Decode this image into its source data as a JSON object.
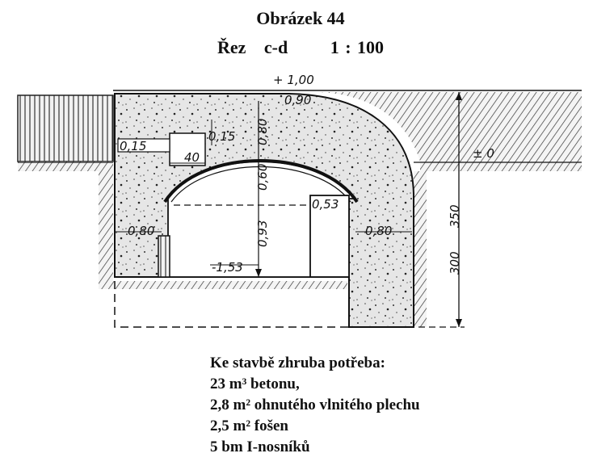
{
  "title": "Obrázek 44",
  "section": {
    "label": "Řez",
    "name": "c-d",
    "scale": "1 : 100"
  },
  "dimensions": {
    "top_level": "+ 1,00",
    "crown": "0,90",
    "wall_top": "0,15",
    "cover": "0,15",
    "shelf": "40",
    "arch_thick": "0,80",
    "rise": "0,60",
    "height": "0,93",
    "right_post": "0,53",
    "left_wall": "0,80",
    "right_wall": "0,80",
    "floor": "-1,53",
    "ground": "± 0",
    "depth_a": "300",
    "depth_b": "350"
  },
  "notes": {
    "heading": "Ke stavbě zhruba potřeba:",
    "lines": [
      "23 m³ betonu,",
      "2,8 m² ohnutého vlnitého plechu",
      "2,5 m² fošen",
      "5 bm I-nosníků"
    ]
  }
}
